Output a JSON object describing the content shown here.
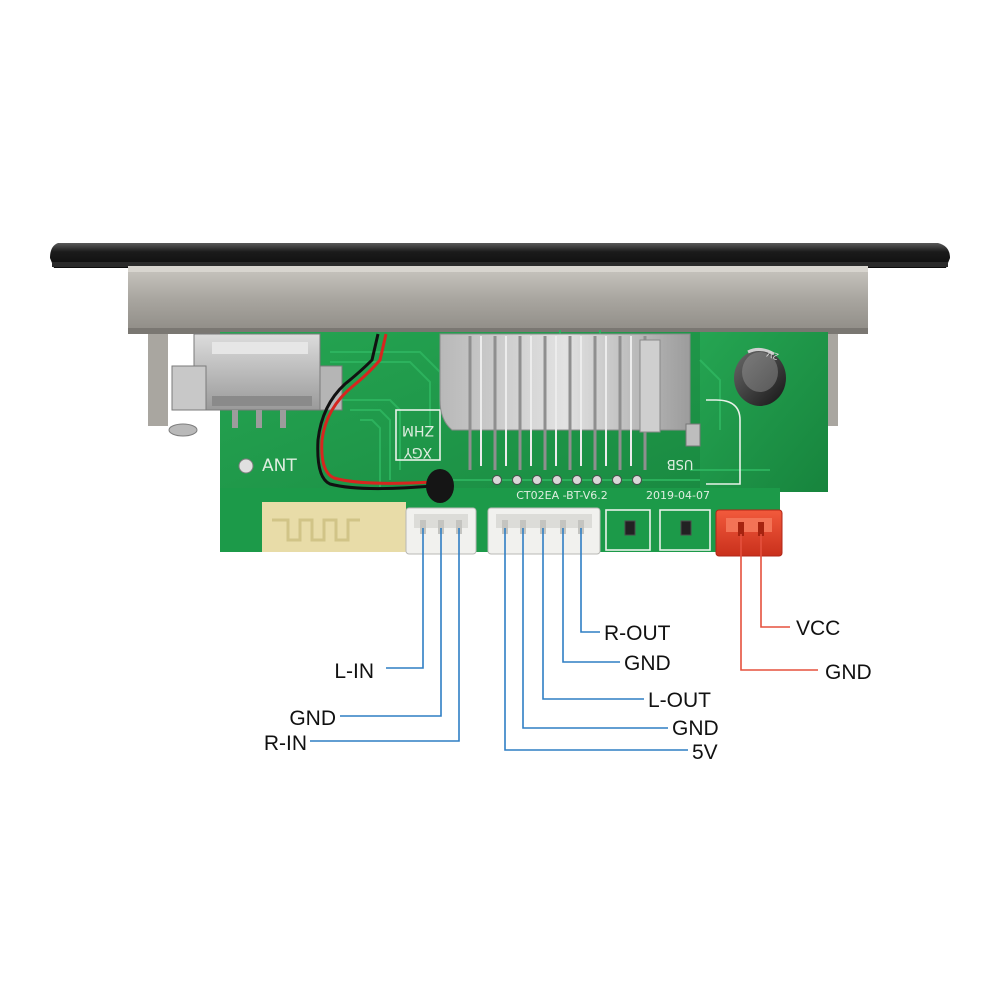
{
  "board": {
    "antenna_label": "ANT",
    "silkscreen_top": "ZHM",
    "silkscreen_sub": "XGY",
    "usb_label": "USB",
    "model": "CT02EA -BT-V6.2",
    "date": "2019-04-07",
    "capacitor_label": "2V"
  },
  "colors": {
    "pcb": "#1f9a4a",
    "lead_blue": "#2f7ec4",
    "lead_red": "#e5503d",
    "power_connector": "#e8402a"
  },
  "pins": {
    "input_left": {
      "l_in": "L-IN",
      "gnd": "GND",
      "r_in": "R-IN"
    },
    "output": {
      "r_out": "R-OUT",
      "gnd_1": "GND",
      "l_out": "L-OUT",
      "gnd_2": "GND",
      "v5": "5V"
    },
    "power": {
      "vcc": "VCC",
      "gnd": "GND"
    }
  }
}
